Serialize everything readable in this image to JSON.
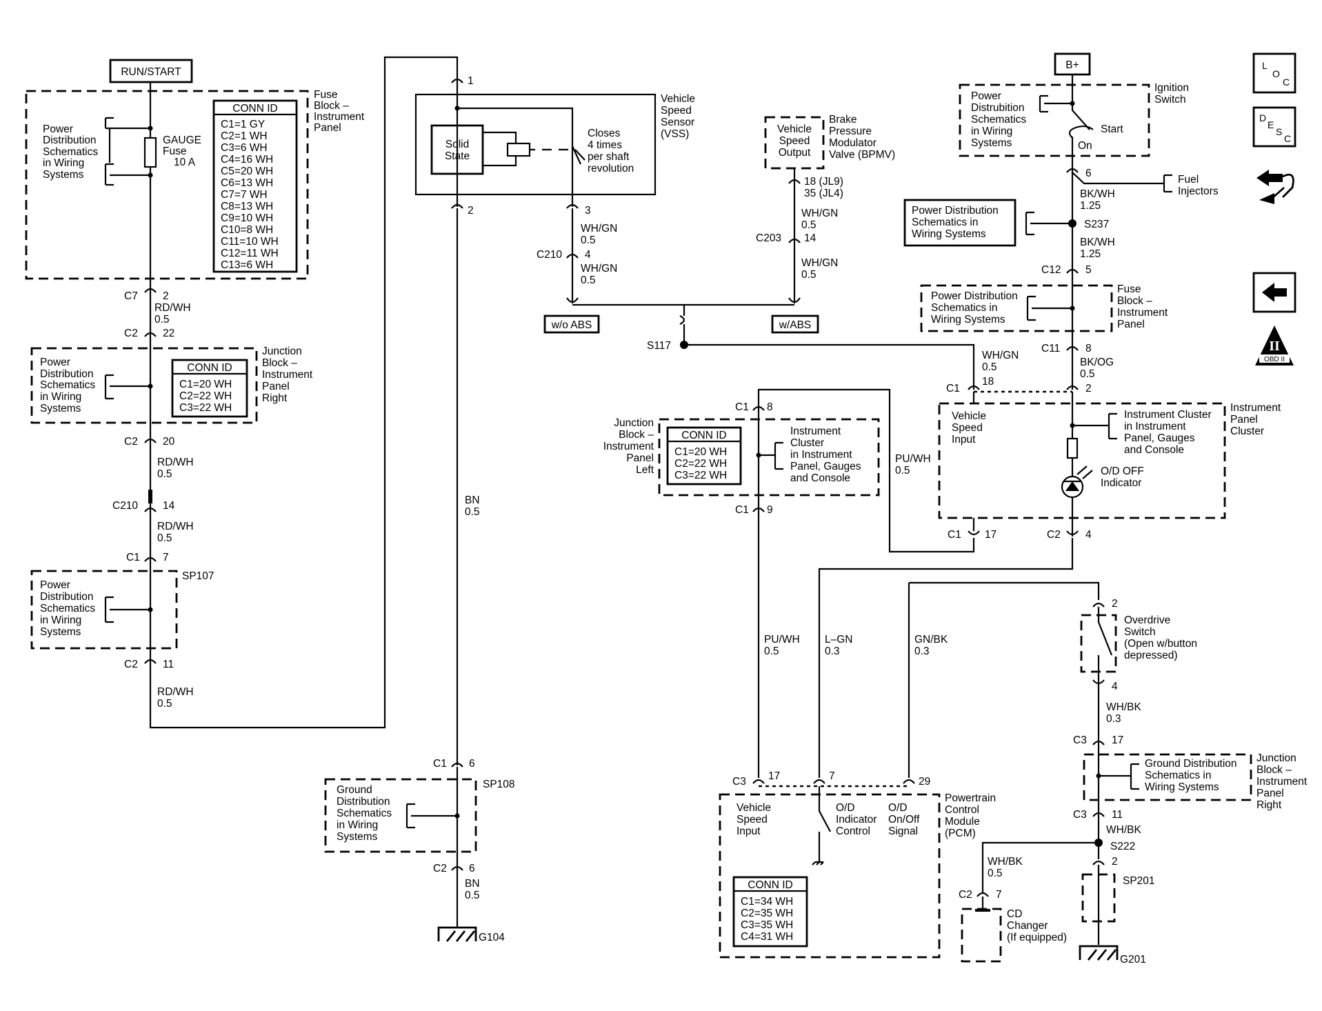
{
  "labels": {
    "run_start": "RUN/START",
    "b_plus": "B+",
    "fuse_block_ip": [
      "Fuse",
      "Block –",
      "Instrument",
      "Panel"
    ],
    "gauge_fuse": [
      "GAUGE",
      "Fuse",
      "10 A"
    ],
    "pd_schem_1": [
      "Power",
      "Distribution",
      "Schematics",
      "in Wiring",
      "Systems"
    ],
    "pd_schem_2": [
      "Power",
      "Distribution",
      "Schematics",
      "in Wiring",
      "Systems"
    ],
    "pd_schem_3": [
      "Power",
      "Distribution",
      "Schematics",
      "in Wiring",
      "Systems"
    ],
    "pd_schem_ign": [
      "Power",
      "Distrubition",
      "Schematics",
      "in Wiring",
      "Systems"
    ],
    "pd_schem_s237": [
      "Power Distribution",
      "Schematics in",
      "Wiring Systems"
    ],
    "pd_schem_fb": [
      "Power Distribution",
      "Schematics in",
      "Wiring Systems"
    ],
    "gd_schem_sp108": [
      "Ground",
      "Distribution",
      "Schematics",
      "in Wiring",
      "Systems"
    ],
    "gd_schem_jb": [
      "Ground Distribution",
      "Schematics in",
      "Wiring Systems"
    ],
    "jb_ip_right": [
      "Junction",
      "Block –",
      "Instrument",
      "Panel",
      "Right"
    ],
    "jb_ip_right_2": [
      "Junction",
      "Block –",
      "Instrument",
      "Panel",
      "Right"
    ],
    "jb_ip_left": [
      "Junction",
      "Block –",
      "Instrument",
      "Panel",
      "Left"
    ],
    "vss": [
      "Vehicle",
      "Speed",
      "Sensor",
      "(VSS)"
    ],
    "solid_state": [
      "Solid",
      "State"
    ],
    "closes": [
      "Closes",
      "4 times",
      "per shaft",
      "revolution"
    ],
    "vso": [
      "Vehicle",
      "Speed",
      "Output"
    ],
    "bpmv": [
      "Brake",
      "Pressure",
      "Modulator",
      "Valve (BPMV)"
    ],
    "wo_abs": "w/o ABS",
    "w_abs": "w/ABS",
    "ignition_switch": [
      "Ignition",
      "Switch"
    ],
    "start": "Start",
    "on": "On",
    "fuel_injectors": [
      "Fuel",
      "Injectors"
    ],
    "ipc": [
      "Instrument",
      "Panel",
      "Cluster"
    ],
    "ipc_vsi": [
      "Vehicle",
      "Speed",
      "Input"
    ],
    "ipc_ref": [
      "Instrument Cluster",
      "in Instrument",
      "Panel, Gauges",
      "and Console"
    ],
    "ipc_ref_2": [
      "Instrument",
      "Cluster",
      "in Instrument",
      "Panel, Gauges",
      "and Console"
    ],
    "od_off": [
      "O/D OFF",
      "Indicator"
    ],
    "od_switch": [
      "Overdrive",
      "Switch",
      "(Open w/button",
      "depressed)"
    ],
    "pcm": [
      "Powertrain",
      "Control",
      "Module",
      "(PCM)"
    ],
    "pcm_vsi": [
      "Vehicle",
      "Speed",
      "Input"
    ],
    "pcm_odic": [
      "O/D",
      "Indicator",
      "Control"
    ],
    "pcm_ods": [
      "O/D",
      "On/Off",
      "Signal"
    ],
    "cd_changer": [
      "CD",
      "Changer",
      "(If equipped)"
    ]
  },
  "conn_tables": {
    "fuse_block": {
      "title": "CONN ID",
      "rows": [
        "C1=1 GY",
        "C2=1 WH",
        "C3=6 WH",
        "C4=16 WH",
        "C5=20 WH",
        "C6=13 WH",
        "C7=7 WH",
        "C8=13 WH",
        "C9=10 WH",
        "C10=8 WH",
        "C11=10 WH",
        "C12=11 WH",
        "C13=6 WH"
      ]
    },
    "jb_right": {
      "title": "CONN ID",
      "rows": [
        "C1=20 WH",
        "C2=22 WH",
        "C3=22 WH"
      ]
    },
    "jb_left": {
      "title": "CONN ID",
      "rows": [
        "C1=20 WH",
        "C2=22 WH",
        "C3=22 WH"
      ]
    },
    "pcm": {
      "title": "CONN ID",
      "rows": [
        "C1=34 WH",
        "C2=35 WH",
        "C3=35 WH",
        "C4=31 WH"
      ]
    }
  },
  "connectors": {
    "c7_2": [
      "C7",
      "2"
    ],
    "c2_22": [
      "C2",
      "22"
    ],
    "c2_20": [
      "C2",
      "20"
    ],
    "c210_14": [
      "C210",
      "14"
    ],
    "c1_7": [
      "C1",
      "7"
    ],
    "c2_11": [
      "C2",
      "11"
    ],
    "vss_1": "1",
    "vss_2": "2",
    "vss_3": "3",
    "c210_4": [
      "C210",
      "4"
    ],
    "bpmv_pins": [
      "18 (JL9)",
      "35 (JL4)"
    ],
    "c203_14": [
      "C203",
      "14"
    ],
    "c1_6": [
      "C1",
      "6"
    ],
    "c2_6": [
      "C2",
      "6"
    ],
    "ign_6": "6",
    "c12_5": [
      "C12",
      "5"
    ],
    "c11_8": [
      "C11",
      "8"
    ],
    "ipc_c1_18": [
      "C1",
      "18"
    ],
    "ipc_2": "2",
    "ipc_c1_17": [
      "C1",
      "17"
    ],
    "ipc_c2_4": [
      "C2",
      "4"
    ],
    "jbl_c1_8": [
      "C1",
      "8"
    ],
    "jbl_c1_9": [
      "C1",
      "9"
    ],
    "pcm_c3_17": [
      "C3",
      "17"
    ],
    "pcm_7": "7",
    "pcm_29": "29",
    "ods_2": "2",
    "ods_4": "4",
    "c3_17": [
      "C3",
      "17"
    ],
    "c3_11": [
      "C3",
      "11"
    ],
    "sp201_2": "2",
    "cd_c2_7": [
      "C2",
      "7"
    ]
  },
  "splices": {
    "s117": "S117",
    "s237": "S237",
    "s222": "S222",
    "sp107": "SP107",
    "sp108": "SP108",
    "sp201": "SP201"
  },
  "grounds": {
    "g104": "G104",
    "g201": "G201"
  },
  "wires": {
    "rdwh_1": [
      "RD/WH",
      "0.5"
    ],
    "rdwh_2": [
      "RD/WH",
      "0.5"
    ],
    "rdwh_3": [
      "RD/WH",
      "0.5"
    ],
    "rdwh_4": [
      "RD/WH",
      "0.5"
    ],
    "bn_1": [
      "BN",
      "0.5"
    ],
    "bn_2": [
      "BN",
      "0.5"
    ],
    "whgn_vss_1": [
      "WH/GN",
      "0.5"
    ],
    "whgn_vss_2": [
      "WH/GN",
      "0.5"
    ],
    "whgn_bpmv_1": [
      "WH/GN",
      "0.5"
    ],
    "whgn_bpmv_2": [
      "WH/GN",
      "0.5"
    ],
    "whgn_ipc": [
      "WH/GN",
      "0.5"
    ],
    "bkwh_1": [
      "BK/WH",
      "1.25"
    ],
    "bkwh_2": [
      "BK/WH",
      "1.25"
    ],
    "bkog": [
      "BK/OG",
      "0.5"
    ],
    "puwh_1": [
      "PU/WH",
      "0.5"
    ],
    "puwh_2": [
      "PU/WH",
      "0.5"
    ],
    "lgn": [
      "L–GN",
      "0.3"
    ],
    "gnbk": [
      "GN/BK",
      "0.3"
    ],
    "whbk_1": [
      "WH/BK",
      "0.3"
    ],
    "whbk_2": [
      "WH/BK"
    ],
    "whbk_3": [
      "WH/BK",
      "0.5"
    ]
  },
  "side_icons": {
    "loc": "LOC",
    "desc": "DESC",
    "obd": "OBD II",
    "obd_numeral": "II"
  }
}
